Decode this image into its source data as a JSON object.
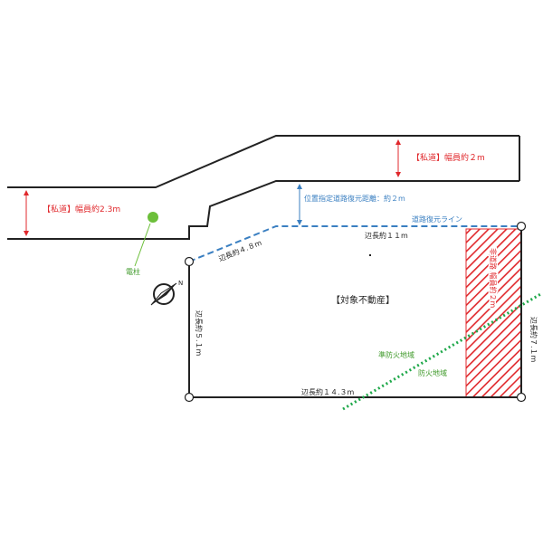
{
  "labels": {
    "private_road_top": "【私道】幅員約２m",
    "private_road_left": "【私道】幅員約2.3m",
    "designated_road_distance": "位置指定道路復元距離：約２m",
    "road_restore_line": "道路復元ライン",
    "side_11m": "辺長約１１m",
    "side_4_8m": "辺長約４.８m",
    "side_5_1m": "辺長約５.１m",
    "side_14_3m": "辺長約１４.３m",
    "side_7_1m": "辺長約７.１m",
    "utility_pole": "電柱",
    "target_property": "【対象不動産】",
    "semi_fire_zone": "準防火地域",
    "fire_zone": "防火地域",
    "road_vertical": "非道路 幅員約２m",
    "compass_n": "N"
  },
  "colors": {
    "boundary": "#222222",
    "dimension_red": "#e0282c",
    "restore_blue": "#3a7fc1",
    "fire_line_green": "#1fa84a",
    "hatch_red": "#e0282c",
    "pole_green": "#6cbf3a"
  }
}
